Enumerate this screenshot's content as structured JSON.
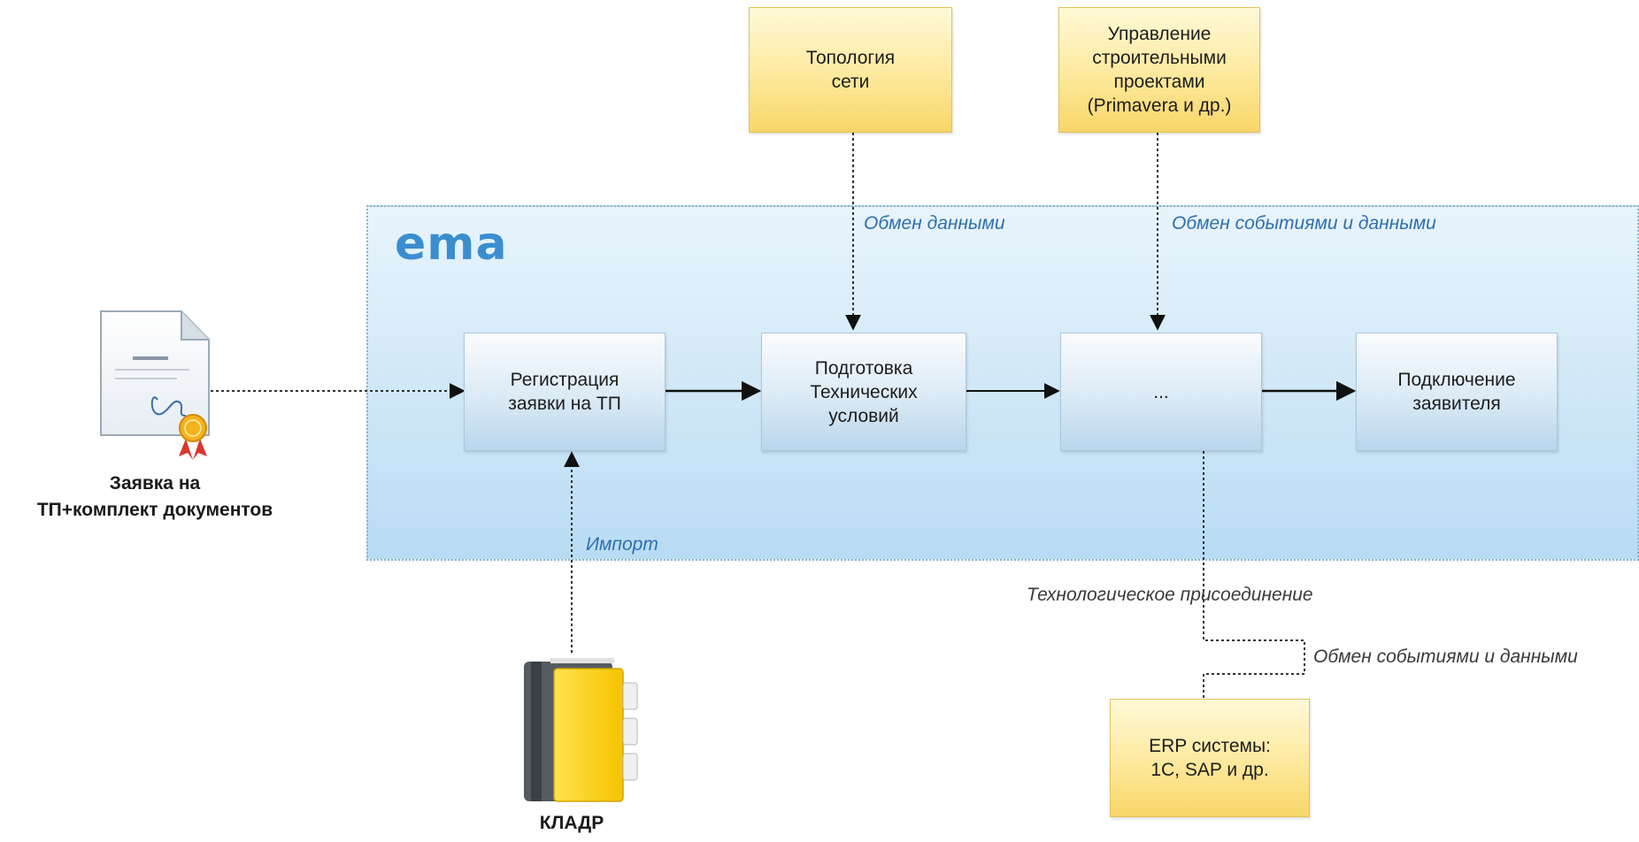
{
  "logo_text": "ema",
  "colors": {
    "logo": "#3a8ed0",
    "label_blue": "#2e6fae",
    "arrow": "#111111",
    "dotted_line": "#333333"
  },
  "external": {
    "topology": "Топология\nсети",
    "projects": "Управление\nстроительными\nпроектами\n(Primavera и др.)",
    "erp": "ERP системы:\n1С, SAP и др."
  },
  "process": {
    "registration": "Регистрация\nзаявки на ТП",
    "conditions": "Подготовка\nТехнических\nусловий",
    "ellipsis": "...",
    "connection": "Подключение\nзаявителя"
  },
  "labels": {
    "data_exchange": "Обмен данными",
    "events_exchange_top": "Обмен событиями и данными",
    "import": "Импорт",
    "tech_connection": "Технологическое присоединение",
    "events_exchange_bottom": "Обмен событиями и данными"
  },
  "captions": {
    "application": "Заявка на\nТП+комплект документов",
    "kladr": "КЛАДР"
  },
  "icons": {
    "application": "document-certificate-icon",
    "kladr": "address-book-icon"
  }
}
